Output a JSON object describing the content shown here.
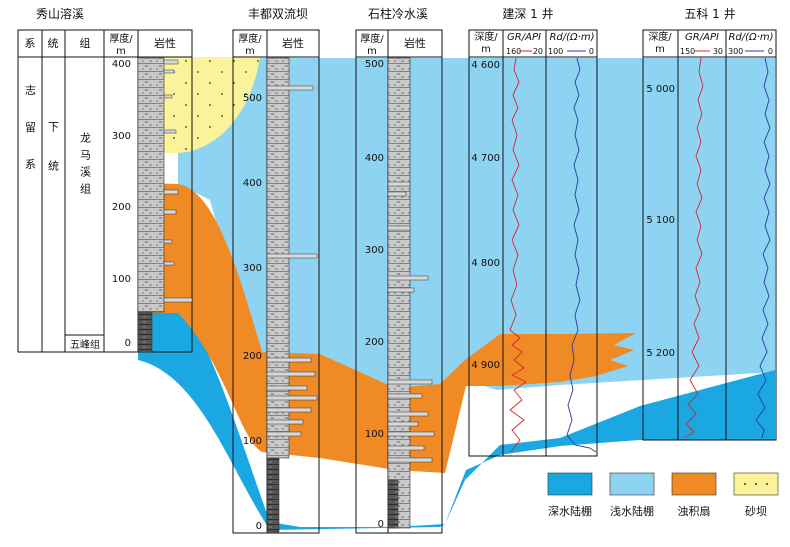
{
  "sections": [
    {
      "key": "xiushan",
      "title": "秀山溶溪",
      "headers": {
        "system": "系",
        "series": "统",
        "formation": "组",
        "thickness": "厚度/",
        "thickness_unit": "m",
        "lithology": "岩性"
      },
      "strat": {
        "system": "志留系",
        "series": "下统",
        "formation": "龙马溪组",
        "lower_formation": "五峰组"
      },
      "ticks": [
        "400",
        "300",
        "200",
        "100",
        "0"
      ]
    },
    {
      "key": "fengdu",
      "title": "丰都双流坝",
      "headers": {
        "thickness": "厚度/",
        "thickness_unit": "m",
        "lithology": "岩性"
      },
      "ticks": [
        "500",
        "400",
        "300",
        "200",
        "100",
        "0"
      ]
    },
    {
      "key": "shizhu",
      "title": "石柱冷水溪",
      "headers": {
        "thickness": "厚度/",
        "thickness_unit": "m",
        "lithology": "岩性"
      },
      "ticks": [
        "500",
        "400",
        "300",
        "200",
        "100",
        "0"
      ]
    },
    {
      "key": "jianshen",
      "title": "建深 1 井",
      "headers": {
        "depth": "深度/",
        "depth_unit": "m",
        "gr": "GR/API",
        "gr_min": "160",
        "gr_max": "20",
        "rd": "Rd/(Ω·m)",
        "rd_min": "100",
        "rd_max": "0"
      },
      "ticks": [
        "4 600",
        "4 700",
        "4 800",
        "4 900"
      ]
    },
    {
      "key": "wuke",
      "title": "五科 1 井",
      "headers": {
        "depth": "深度/",
        "depth_unit": "m",
        "gr": "GR/API",
        "gr_min": "150",
        "gr_max": "30",
        "rd": "Rd/(Ω·m)",
        "rd_min": "300",
        "rd_max": "0"
      },
      "ticks": [
        "5 000",
        "5 100",
        "5 200"
      ]
    }
  ],
  "legend": [
    {
      "label": "深水陆棚",
      "color": "#1aa7e2"
    },
    {
      "label": "浅水陆棚",
      "color": "#8fd3f2"
    },
    {
      "label": "浊积扇",
      "color": "#f08a24"
    },
    {
      "label": "砂坝",
      "color": "#fbf39a"
    }
  ],
  "colors": {
    "deep": "#1aa7e2",
    "shallow": "#8fd3f2",
    "turbidite": "#f08a24",
    "sandbar": "#fbf39a",
    "gr_curve": "#d9232d",
    "rd_curve": "#2b3a9e"
  }
}
